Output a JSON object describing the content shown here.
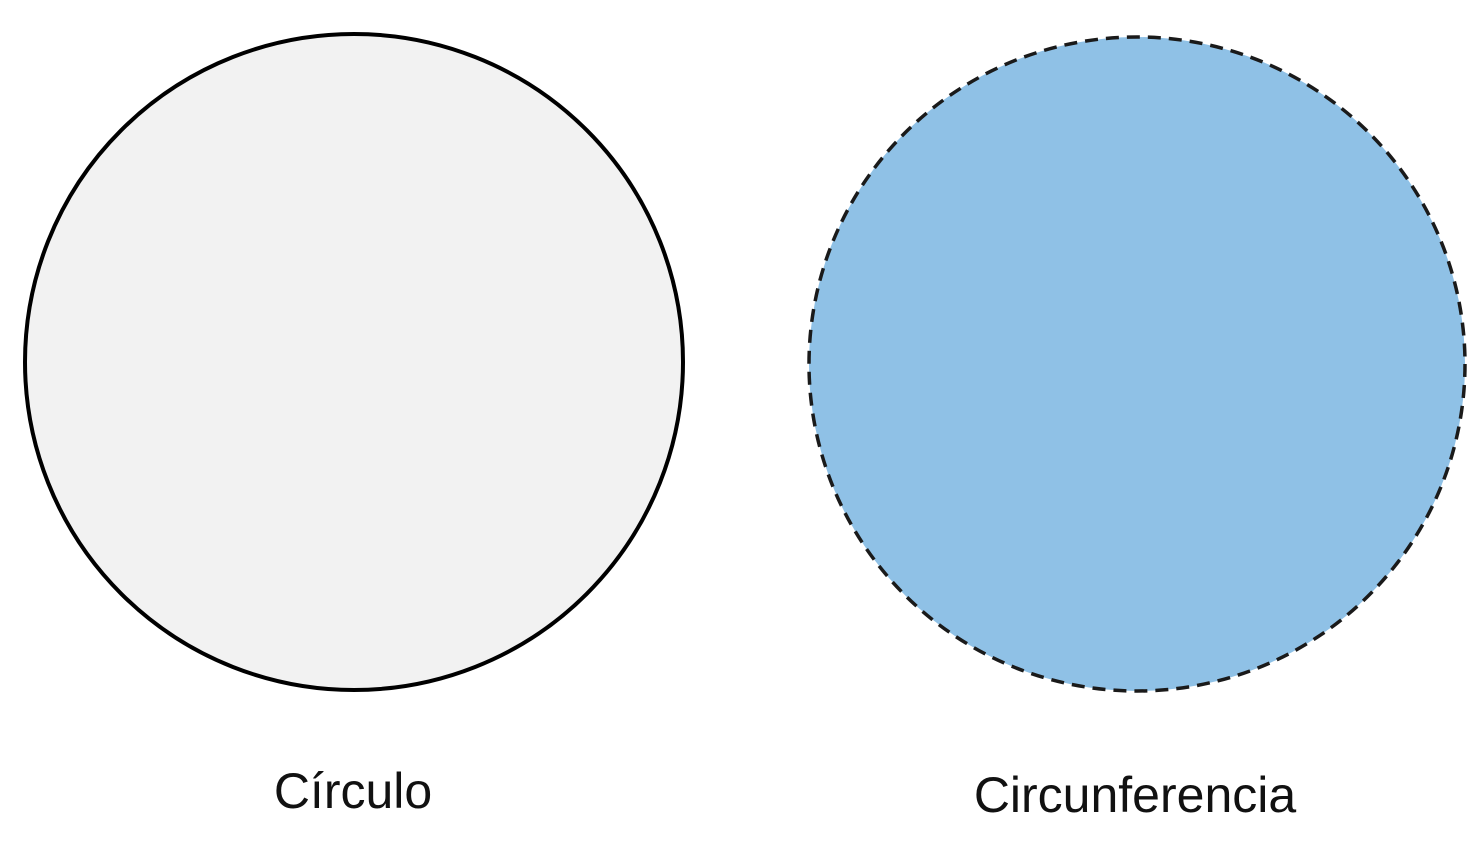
{
  "diagram": {
    "shapes": [
      {
        "id": "circulo",
        "label": "Círculo",
        "fill": "#f2f2f2",
        "stroke": "#000000",
        "stroke_style": "solid"
      },
      {
        "id": "circunferencia",
        "label": "Circunferencia",
        "fill": "#8fc1e6",
        "stroke": "#1a1a1a",
        "stroke_style": "dashed"
      }
    ]
  }
}
